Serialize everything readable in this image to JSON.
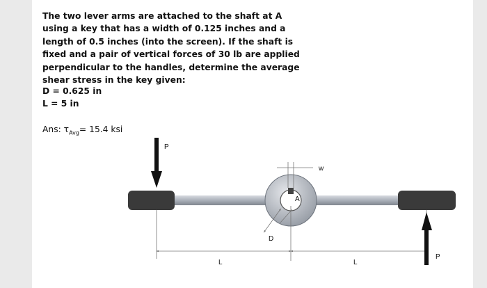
{
  "problem": {
    "statement": "The two lever arms are attached to the shaft at A using a key that has a width of 0.125 inches and a length of 0.5 inches (into the screen). If the shaft is fixed and a pair of vertical forces of 30 lb are applied perpendicular to the handles, determine the average shear stress in the key given:",
    "given": [
      "D = 0.625 in",
      "L = 5 in"
    ]
  },
  "answer": {
    "prefix": "Ans: τ",
    "subscript": "Avg",
    "suffix": "= 15.4 ksi"
  },
  "figure": {
    "force_top": "P",
    "force_bottom": "P",
    "point_label": "A",
    "key_width_label": "w",
    "diameter_label": "D",
    "left_length": "L",
    "right_length": "L"
  },
  "colors": {
    "handle": "#3a3a3a",
    "shaft_outer": "#aeb3bb",
    "bar": "#b8bcc4",
    "dimension": "#777777"
  }
}
